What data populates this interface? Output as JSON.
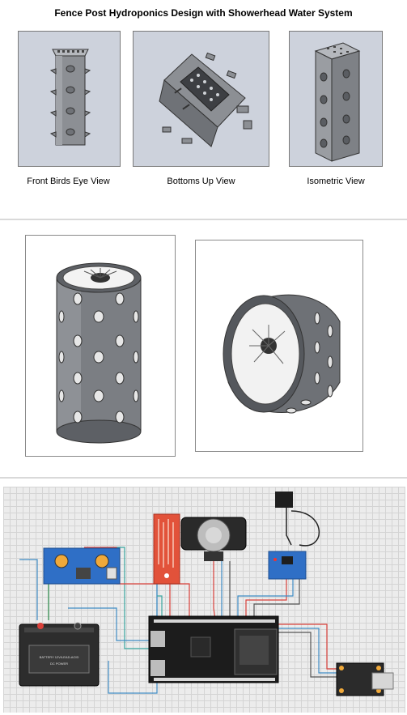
{
  "title": "Fence Post Hydroponics Design with Showerhead Water System",
  "views": [
    {
      "label": "Front Birds Eye View"
    },
    {
      "label": "Bottoms Up View"
    },
    {
      "label": "Isometric View"
    }
  ],
  "battery": {
    "label_line1": "BATTERY 12V/LEAD-ACID",
    "label_line2": "DC POWER"
  },
  "colors": {
    "render_bg": "#cdd2dc",
    "model_gray": "#8c8f94",
    "wire_red": "#d9403a",
    "wire_blue": "#3f8bc4",
    "wire_teal": "#3aa6a0",
    "sensor_red": "#e2523a",
    "board_black": "#1c1c1c",
    "module_blue": "#2f6fc6"
  }
}
